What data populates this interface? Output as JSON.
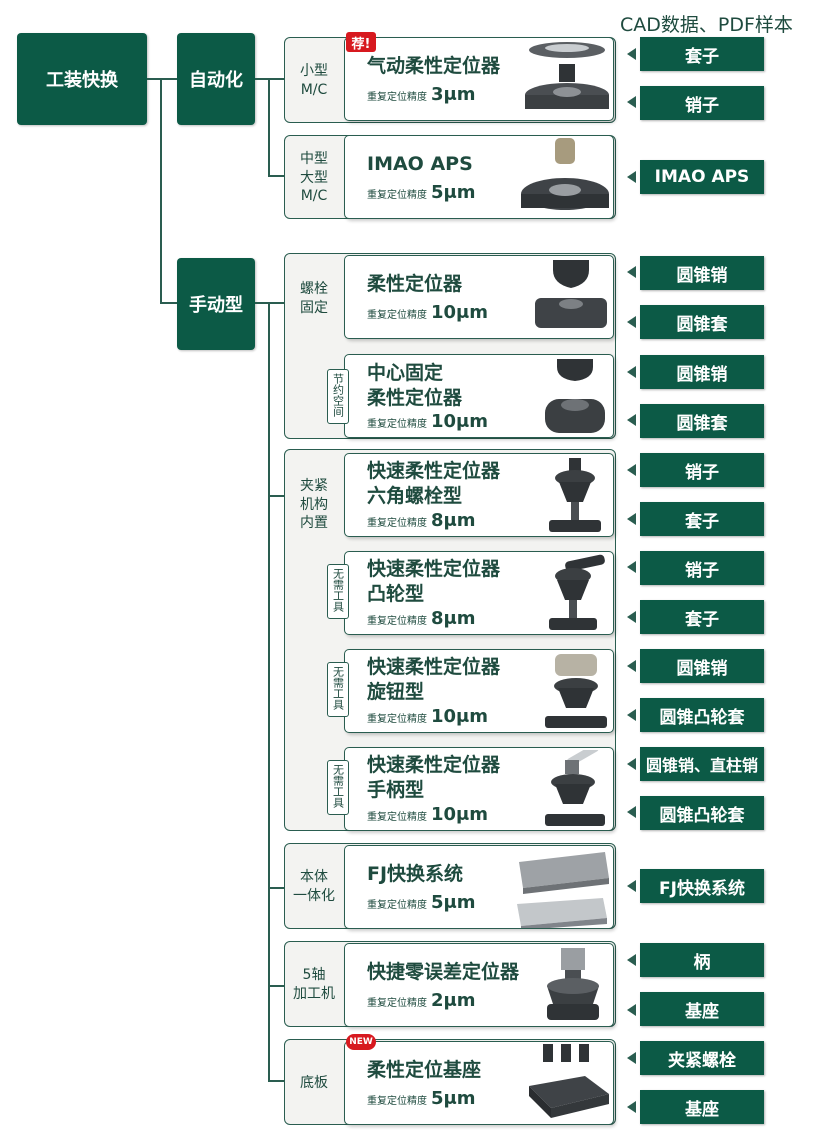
{
  "header": {
    "cad_label": "CAD数据、PDF样本"
  },
  "tree": {
    "root": "工装快换",
    "auto": "自动化",
    "manual": "手动型"
  },
  "precision_label": "重复定位精度",
  "groups": {
    "small_mc": "小型\nM/C",
    "mid_mc": "中型\n大型\nM/C",
    "bolt": "螺栓\n固定",
    "clamp": "夹紧\n机构\n内置",
    "body": "本体\n一体化",
    "five_axis": "5轴\n加工机",
    "base": "底板"
  },
  "cards": [
    {
      "name": "气动柔性定位器",
      "precision": "3μm",
      "badge": "荐!"
    },
    {
      "name": "IMAO APS",
      "precision": "5μm"
    },
    {
      "name": "柔性定位器",
      "precision": "10μm"
    },
    {
      "name": "中心固定\n柔性定位器",
      "precision": "10μm",
      "sub": "节约空间"
    },
    {
      "name": "快速柔性定位器\n六角螺栓型",
      "precision": "8μm"
    },
    {
      "name": "快速柔性定位器\n凸轮型",
      "precision": "8μm",
      "sub": "无需工具"
    },
    {
      "name": "快速柔性定位器\n旋钮型",
      "precision": "10μm",
      "sub": "无需工具"
    },
    {
      "name": "快速柔性定位器\n手柄型",
      "precision": "10μm",
      "sub": "无需工具"
    },
    {
      "name": "FJ快换系统",
      "precision": "5μm"
    },
    {
      "name": "快捷零误差定位器",
      "precision": "2μm"
    },
    {
      "name": "柔性定位基座",
      "precision": "5μm",
      "badge": "NEW"
    }
  ],
  "buttons": [
    "套子",
    "销子",
    "IMAO APS",
    "圆锥销",
    "圆锥套",
    "圆锥销",
    "圆锥套",
    "销子",
    "套子",
    "销子",
    "套子",
    "圆锥销",
    "圆锥凸轮套",
    "圆锥销、直柱销",
    "圆锥凸轮套",
    "FJ快换系统",
    "柄",
    "基座",
    "夹紧螺栓",
    "基座"
  ],
  "colors": {
    "brand": "#0c5a46",
    "line": "#2a5d50",
    "badge_red": "#d7191f"
  }
}
